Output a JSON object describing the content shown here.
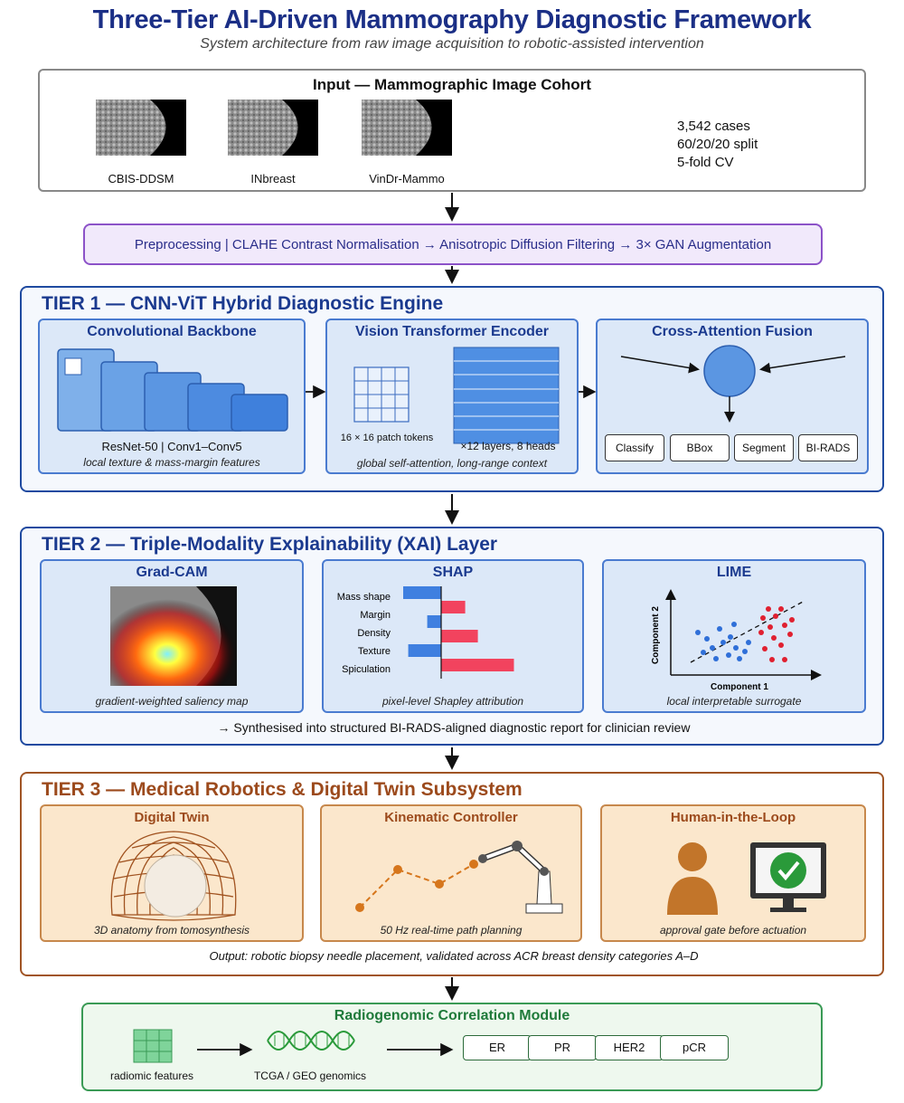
{
  "header": {
    "title": "Three-Tier AI-Driven Mammography Diagnostic Framework",
    "subtitle": "System architecture from raw image acquisition to robotic-assisted intervention"
  },
  "input": {
    "title": "Input — Mammographic Image Cohort",
    "datasets": [
      "CBIS-DDSM",
      "INbreast",
      "VinDr-Mammo"
    ],
    "stats": [
      "3,542 cases",
      "60/20/20 split",
      "5-fold CV"
    ]
  },
  "preprocessing": {
    "text": "Preprocessing  |  CLAHE Contrast Normalisation  →  Anisotropic Diffusion Filtering  →  3× GAN Augmentation"
  },
  "tier1": {
    "title": "TIER 1  —  CNN-ViT Hybrid Diagnostic Engine",
    "backbone": {
      "title": "Convolutional Backbone",
      "caption": "ResNet-50  |  Conv1–Conv5",
      "note": "local texture & mass-margin features"
    },
    "vit": {
      "title": "Vision Transformer Encoder",
      "patch_label": "16 × 16 patch tokens",
      "layers_label": "×12 layers, 8 heads",
      "note": "global self-attention, long-range context"
    },
    "fusion": {
      "title": "Cross-Attention Fusion",
      "outputs": [
        "Classify",
        "BBox",
        "Segment",
        "BI-RADS"
      ]
    }
  },
  "tier2": {
    "title": "TIER 2  —  Triple-Modality Explainability (XAI) Layer",
    "gradcam": {
      "title": "Grad-CAM",
      "note": "gradient-weighted saliency map"
    },
    "shap": {
      "title": "SHAP",
      "note": "pixel-level Shapley attribution",
      "features": [
        "Mass shape",
        "Margin",
        "Density",
        "Texture",
        "Spiculation"
      ],
      "values": [
        -0.6,
        0.38,
        -0.22,
        0.58,
        -0.52,
        1.15
      ],
      "colors": {
        "positive": "#f2435e",
        "negative": "#3f7fe0"
      }
    },
    "lime": {
      "title": "LIME",
      "note": "local interpretable surrogate",
      "xlabel": "Component 1",
      "ylabel": "Component 2"
    },
    "summary": "→  Synthesised into structured BI-RADS-aligned diagnostic report for clinician review"
  },
  "tier3": {
    "title": "TIER 3  —  Medical Robotics & Digital Twin Subsystem",
    "twin": {
      "title": "Digital Twin",
      "note": "3D anatomy from tomosynthesis"
    },
    "kinematic": {
      "title": "Kinematic Controller",
      "note": "50 Hz real-time path planning"
    },
    "hitl": {
      "title": "Human-in-the-Loop",
      "note": "approval gate before actuation"
    },
    "output": "Output: robotic biopsy needle placement, validated across ACR breast density categories A–D"
  },
  "radiogenomic": {
    "title": "Radiogenomic Correlation Module",
    "features_label": "radiomic features",
    "genomics_label": "TCGA / GEO genomics",
    "markers": [
      "ER",
      "PR",
      "HER2",
      "pCR"
    ]
  }
}
